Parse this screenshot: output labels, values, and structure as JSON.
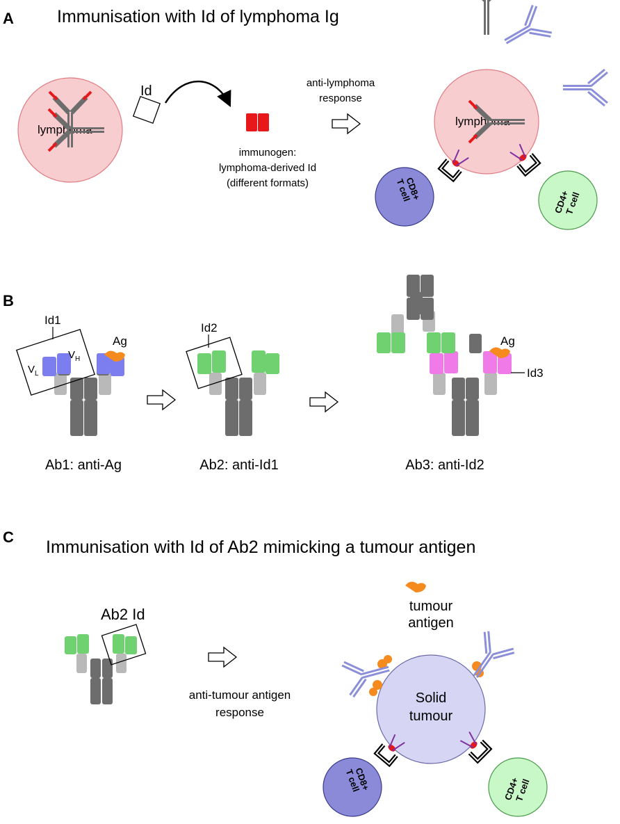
{
  "panels": {
    "a": {
      "label": "A",
      "title": "Immunisation with Id of lymphoma Ig",
      "lymphoma_label": "lymphoma",
      "id_label": "Id",
      "immunogen_lines": [
        "immunogen:",
        "lymphoma-derived  Id",
        "(different  formats)"
      ],
      "response_lines": [
        "anti-lymphoma",
        "response"
      ],
      "lymphoma_label_right": "lymphoma",
      "cd8_lines": [
        "CD8+",
        "T cell"
      ],
      "cd4_lines": [
        "CD4+",
        "T cell"
      ]
    },
    "b": {
      "label": "B",
      "ab1": {
        "id_label": "Id1",
        "vl": "V",
        "vl_sub": "L",
        "vh": "V",
        "vh_sub": "H",
        "ag_label": "Ag",
        "caption": "Ab1: anti-Ag"
      },
      "ab2": {
        "id_label": "Id2",
        "caption": "Ab2: anti-Id1"
      },
      "ab3": {
        "ag_label": "Ag",
        "id_label": "Id3",
        "caption": "Ab3: anti-Id2"
      }
    },
    "c": {
      "label": "C",
      "title": "Immunisation with Id of Ab2 mimicking a tumour antigen",
      "ab2_id_label": "Ab2 Id",
      "response_lines": [
        "anti-tumour  antigen",
        "response"
      ],
      "antigen_lines": [
        "tumour",
        "antigen"
      ],
      "tumour_lines": [
        "Solid",
        "tumour"
      ],
      "cd8_lines": [
        "CD8+",
        "T cell"
      ],
      "cd4_lines": [
        "CD4+",
        "T cell"
      ]
    }
  },
  "colors": {
    "lymphoma_fill": "#f8cdd0",
    "lymphoma_stroke": "#e07c82",
    "antibody_grey": "#6d6d6d",
    "constant_light": "#b9b9b9",
    "variable_blue": "#7c7ef0",
    "variable_green": "#6fd16f",
    "variable_pink": "#f07ae8",
    "antigen_orange": "#f58a1f",
    "idiotype_red": "#e8171a",
    "antibody_blue_outline": "#8b8ed8",
    "cd8_fill": "#8a8ad8",
    "cd4_fill": "#c8f7c8",
    "tumour_fill": "#d6d6f4",
    "tcr_purple": "#7e2fa0"
  }
}
